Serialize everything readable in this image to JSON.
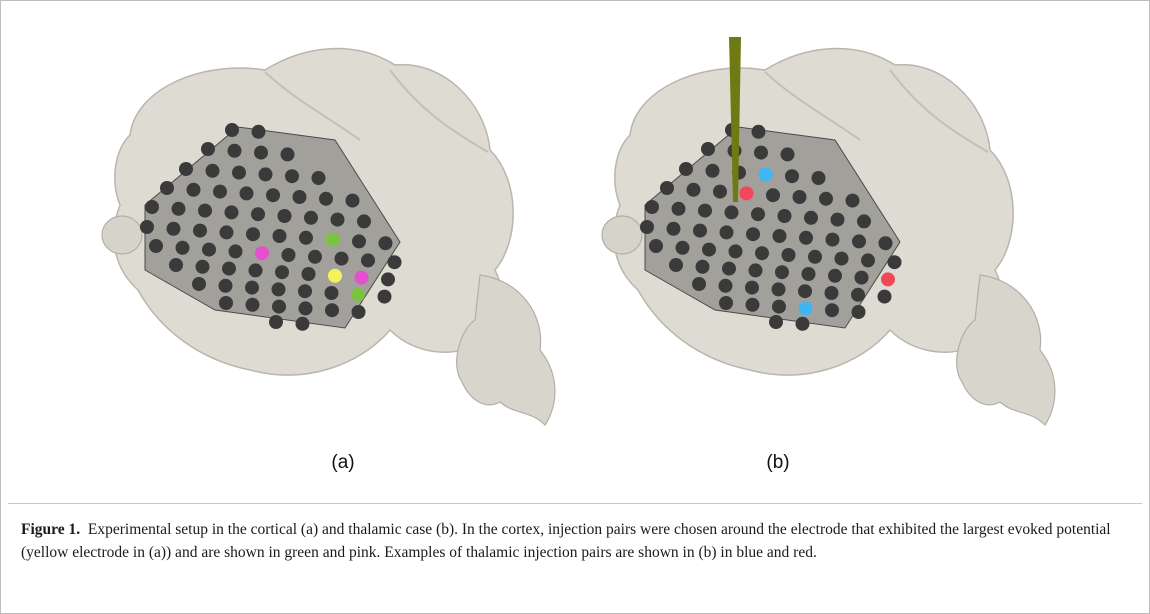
{
  "figure": {
    "panel_labels": {
      "a": "(a)",
      "b": "(b)"
    },
    "caption": {
      "label": "Figure 1.",
      "text": "Experimental setup in the cortical (a) and thalamic case (b). In the cortex, injection pairs were chosen around the electrode that exhibited the largest evoked potential (yellow electrode in (a)) and are shown in green and pink. Examples of thalamic injection pairs are shown in (b) in blue and red."
    },
    "colors": {
      "brain": "#dedbd3",
      "brain_shadow": "#bab6ad",
      "array_plate": "#8e8c88",
      "electrode": "#3a3a3a",
      "yellow_electrode": "#f4f25a",
      "green_injection": "#7cc242",
      "pink_injection": "#e64fcf",
      "blue_injection": "#3fb6f2",
      "red_injection": "#f0485a",
      "thalamic_electrode": "#6f7a12"
    }
  }
}
